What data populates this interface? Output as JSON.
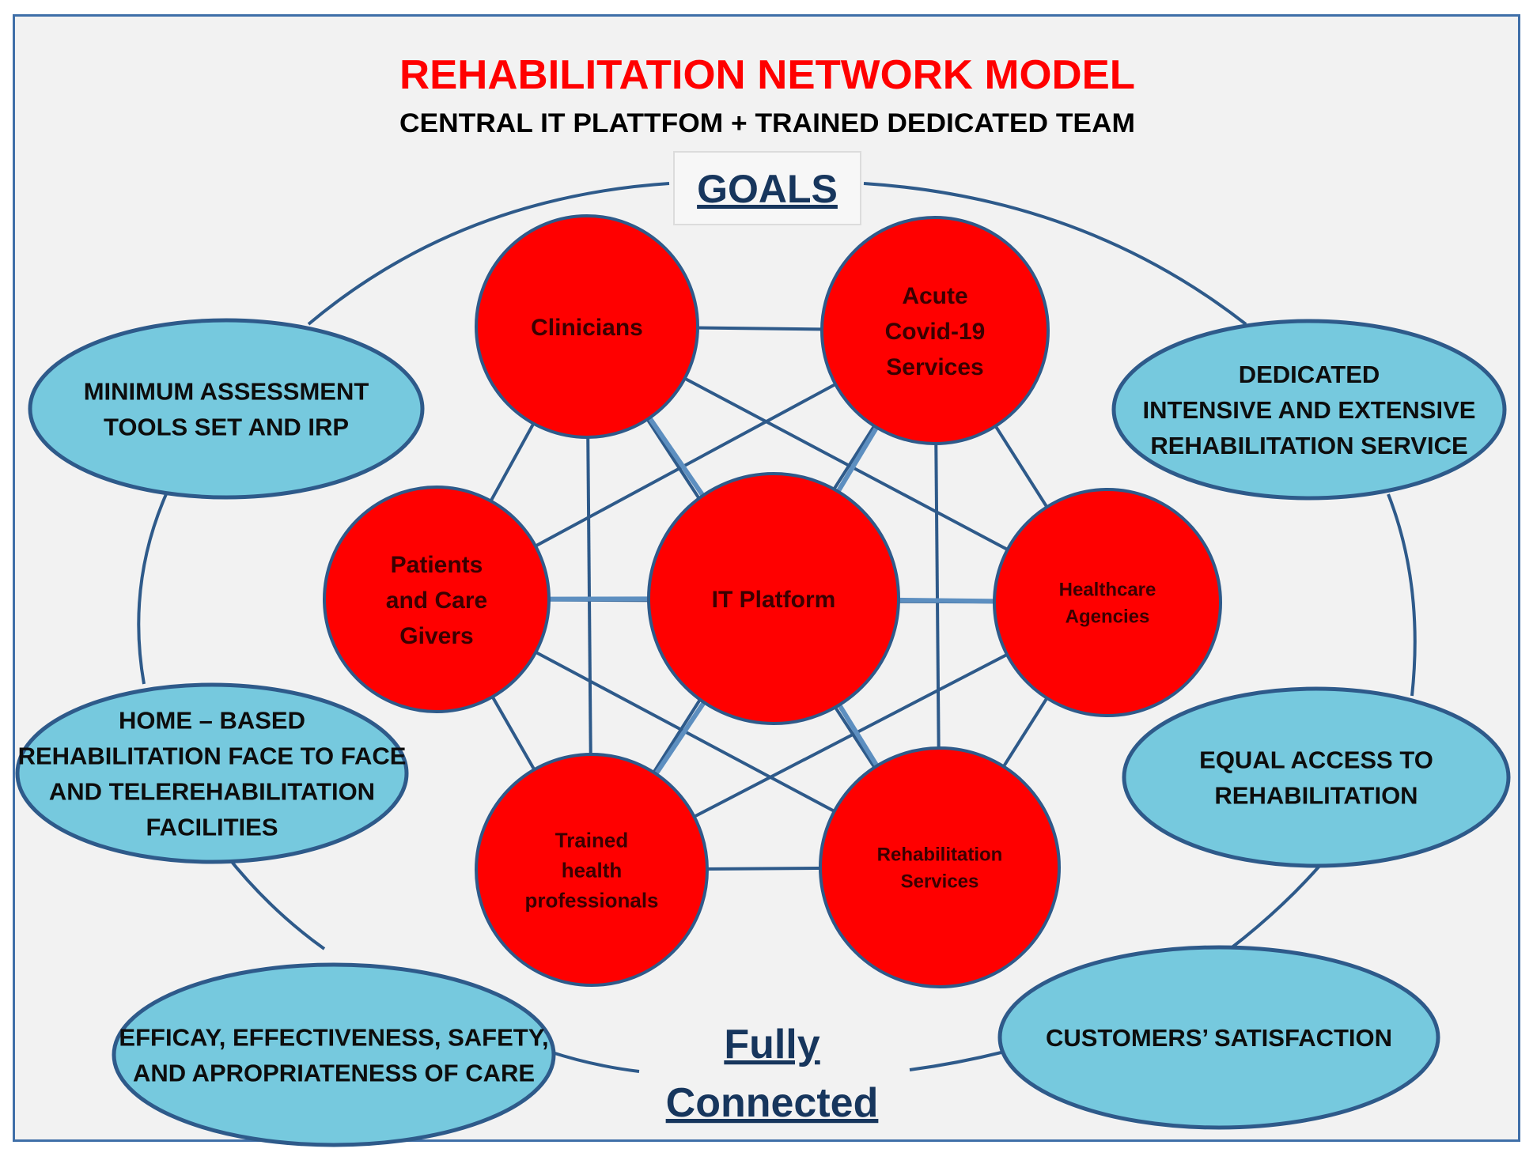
{
  "title": "REHABILITATION NETWORK MODEL",
  "subtitle": "CENTRAL  IT PLATTFOM  + TRAINED  DEDICATED  TEAM",
  "goals_label": "GOALS",
  "bottom_label": [
    "Fully",
    "Connected"
  ],
  "colors": {
    "node_fill": "#ff0000",
    "node_stroke": "#2e5a8a",
    "goal_fill": "#76c9de",
    "goal_stroke": "#2e5a8a",
    "title": "#ff0000",
    "heading": "#17365d",
    "link": "#2e5a8a"
  },
  "network": {
    "center": {
      "id": "it",
      "lines": [
        "IT Platform"
      ]
    },
    "nodes": [
      {
        "id": "clinicians",
        "lines": [
          "Clinicians"
        ]
      },
      {
        "id": "acute",
        "lines": [
          "Acute",
          "Covid-19",
          "Services"
        ]
      },
      {
        "id": "patients",
        "lines": [
          "Patients",
          "and Care",
          "Givers"
        ]
      },
      {
        "id": "healthcare",
        "lines": [
          "Healthcare",
          "Agencies"
        ]
      },
      {
        "id": "trained",
        "lines": [
          "Trained",
          "health",
          "professionals"
        ]
      },
      {
        "id": "rehab",
        "lines": [
          "Rehabilitation",
          "Services"
        ]
      }
    ],
    "connections": "all nodes fully connected"
  },
  "goals": [
    {
      "id": "minimum",
      "lines": [
        "MINIMUM  ASSESSMENT",
        "TOOLS SET AND IRP"
      ]
    },
    {
      "id": "dedicated",
      "lines": [
        "DEDICATED",
        "INTENSIVE AND EXTENSIVE",
        "REHABILITATION SERVICE"
      ]
    },
    {
      "id": "home",
      "lines": [
        "HOME – BASED",
        "REHABILITATION FACE TO FACE",
        "AND TELEREHABILITATION",
        "FACILITIES"
      ]
    },
    {
      "id": "equal",
      "lines": [
        "EQUAL  ACCESS TO",
        "REHABILITATION"
      ]
    },
    {
      "id": "efficacy",
      "lines": [
        "EFFICAY, EFFECTIVENESS, SAFETY,",
        "AND APROPRIATENESS OF CARE"
      ]
    },
    {
      "id": "customers",
      "lines": [
        "CUSTOMERS’ SATISFACTION"
      ]
    }
  ]
}
